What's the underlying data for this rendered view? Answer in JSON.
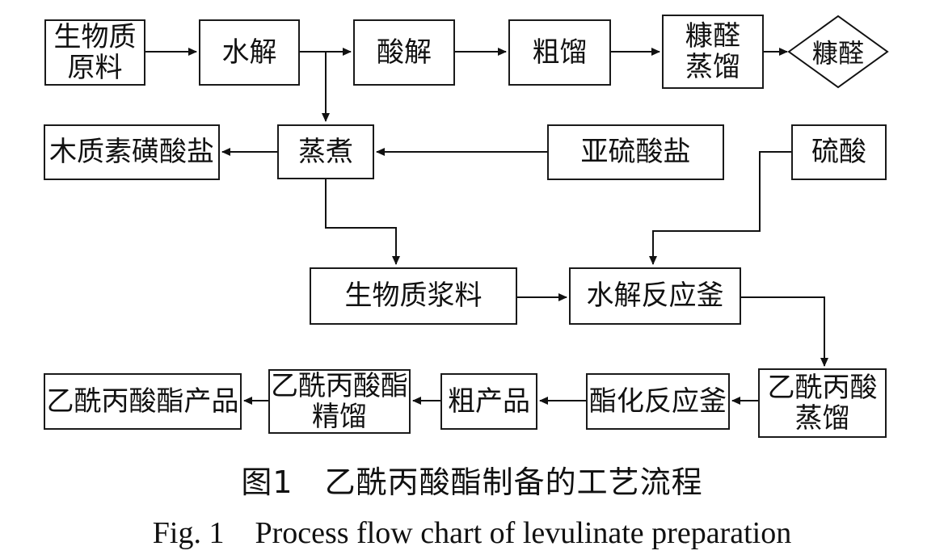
{
  "nodes": {
    "biomass_raw": "生物质\n原料",
    "hydrolysis": "水解",
    "acid_hydrolysis": "酸解",
    "crude_distill": "粗馏",
    "furfural_distill": "糠醛\n蒸馏",
    "furfural_product": "糠醛",
    "lignosulfonate": "木质素磺酸盐",
    "cooking": "蒸煮",
    "sulfite": "亚硫酸盐",
    "sulfuric_acid": "硫酸",
    "biomass_slurry": "生物质浆料",
    "hydrolysis_reactor": "水解反应釜",
    "levulinic_distill": "乙酰丙酸\n蒸馏",
    "esterification_reactor": "酯化反应釜",
    "crude_product": "粗产品",
    "ester_refining": "乙酰丙酸酯\n精馏",
    "ester_product": "乙酰丙酸酯产品"
  },
  "caption": {
    "zh": "图1　乙酰丙酸酯制备的工艺流程",
    "en": "Fig. 1　Process flow chart of levulinate preparation"
  }
}
